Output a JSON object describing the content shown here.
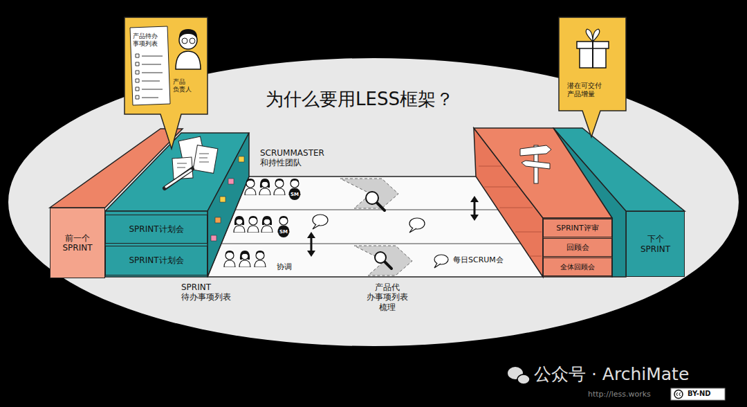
{
  "diagram": {
    "title": "为什么要用LESS框架？",
    "nodes": [
      {
        "text": [
          "产品待办 事项列表",
          "产品 负责人"
        ]
      },
      {
        "text": [
          "潜在可交付 产品增量"
        ]
      },
      {
        "text": [
          "前一个 SPRINT"
        ]
      },
      {
        "text": [
          "SPRINT计划会"
        ]
      },
      {
        "text": [
          "SPRINT计划会"
        ]
      },
      {
        "text": [
          "SPRINT评审"
        ]
      },
      {
        "text": [
          "回顾会"
        ]
      },
      {
        "text": [
          "全体回顾会"
        ]
      },
      {
        "text": [
          "下个 SPRINT"
        ]
      }
    ],
    "labels": [
      "SCRUMMASTER 和持性团队",
      "SM",
      "SM",
      "协调",
      "每日SCRUM会",
      "SPRINT 待办事项列表",
      "产品代 办事项列表 梳理",
      "公众号 · ArchiMate",
      "http://less.works",
      "BY-ND"
    ]
  }
}
